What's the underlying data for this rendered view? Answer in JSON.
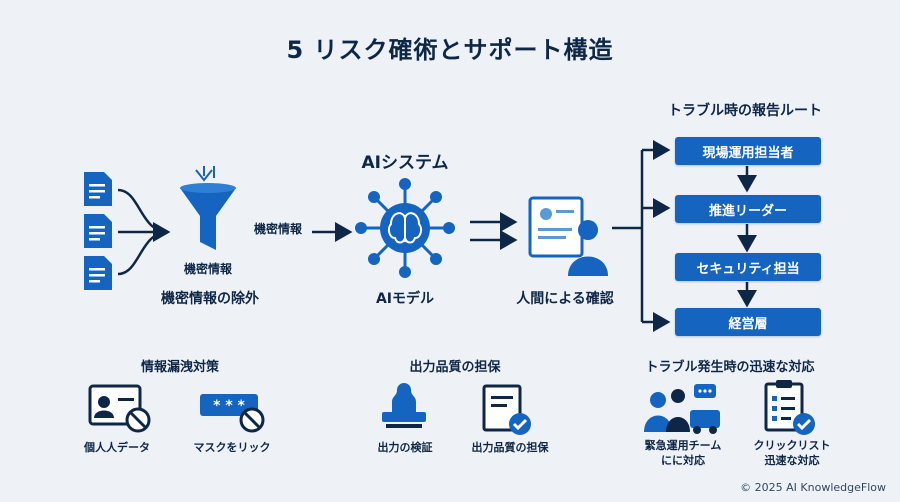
{
  "title": "5 リスク確術とサポート構造",
  "flow": {
    "funnel_caption": "機密情報",
    "arrow_label": "機密情報",
    "step1_label": "機密情報の除外",
    "ai_heading": "AIシステム",
    "step2_label": "AIモデル",
    "step3_label": "人間による確認"
  },
  "route": {
    "heading": "トラブル時の報告ルート",
    "boxes": [
      "現場運用担当者",
      "推進リーダー",
      "セキュリティ担当",
      "経営層"
    ]
  },
  "sections": [
    {
      "heading": "情報漏洩対策",
      "items": [
        {
          "label": "個人人データ",
          "icon": "id-card-blocked-icon"
        },
        {
          "label": "マスクをリック",
          "icon": "masked-password-blocked-icon"
        }
      ]
    },
    {
      "heading": "出力品質の担保",
      "items": [
        {
          "label": "出力の検証",
          "icon": "stamp-icon"
        },
        {
          "label": "出力品質の担保",
          "icon": "checked-document-icon"
        }
      ]
    },
    {
      "heading": "トラブル発生時の迅速な対応",
      "items": [
        {
          "label": "緊急運用チーム\nにに対応",
          "icon": "emergency-team-icon"
        },
        {
          "label": "クリックリスト\n迅速な対応",
          "icon": "checklist-icon"
        }
      ]
    }
  ],
  "footer": "© 2025 AI KnowledgeFlow",
  "colors": {
    "navy": "#0f2747",
    "accent": "#1565c0",
    "light": "#5b9bd5"
  }
}
